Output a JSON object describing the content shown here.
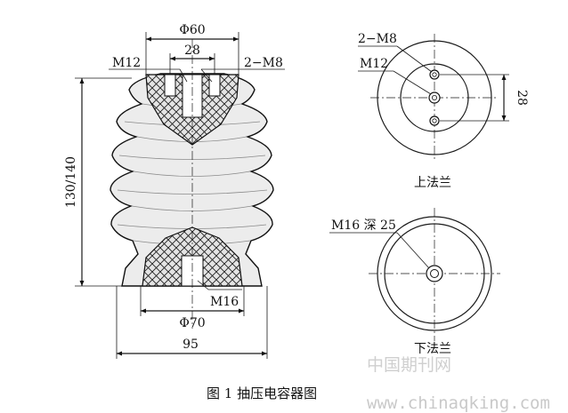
{
  "figure": {
    "caption": "图 1  抽压电容器图",
    "side_view": {
      "dim_top_diameter": "Φ60",
      "dim_bolt_spacing": "28",
      "label_center_thread": "M12",
      "label_side_threads": "2−M8",
      "dim_height": "130/140",
      "label_bottom_thread": "M16",
      "dim_bottom_diameter": "Φ70",
      "dim_base_width": "95"
    },
    "top_flange": {
      "label_side_threads": "2−M8",
      "label_center_thread": "M12",
      "dim_hole_spacing": "28",
      "title": "上法兰"
    },
    "bottom_flange": {
      "label_thread_depth": "M16 深 25",
      "title": "下法兰"
    }
  },
  "watermark": {
    "site_cn": "中国期刊网",
    "url": "www.chinaqking.com"
  }
}
